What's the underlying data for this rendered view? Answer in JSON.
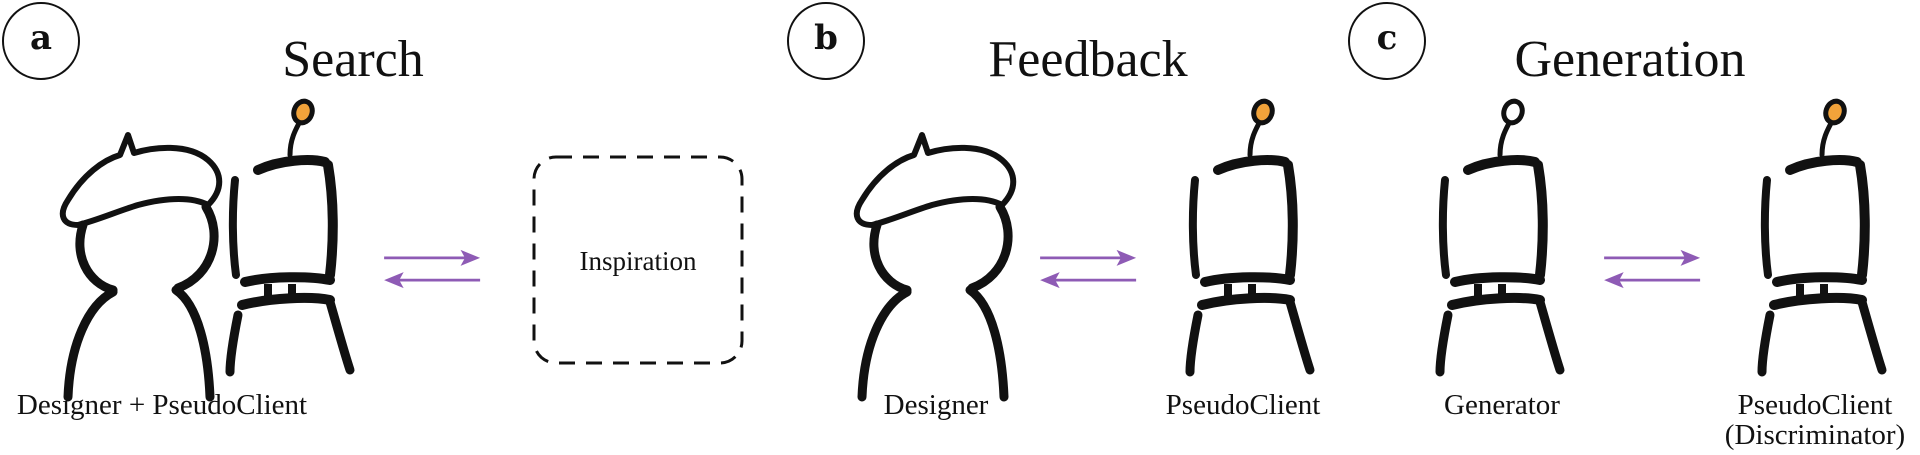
{
  "colors": {
    "ink": "#111111",
    "arrow": "#8e5bb5",
    "antenna_light": "#f2a33a"
  },
  "panels": [
    {
      "id": "a",
      "badge": "a",
      "title": "Search",
      "left_figure": "designer-with-pseudoclient",
      "right_figure": "inspiration-box",
      "box_text": "Inspiration",
      "labels": [
        "Designer + PseudoClient"
      ]
    },
    {
      "id": "b",
      "badge": "b",
      "title": "Feedback",
      "left_figure": "designer",
      "right_figure": "pseudoclient-robot",
      "labels": [
        "Designer",
        "PseudoClient"
      ]
    },
    {
      "id": "c",
      "badge": "c",
      "title": "Generation",
      "left_figure": "generator-robot",
      "right_figure": "pseudoclient-robot",
      "labels": [
        "Generator",
        "PseudoClient",
        "(Discriminator)"
      ]
    }
  ],
  "icons": {
    "designer": "beret-person-icon",
    "robot": "easel-robot-icon",
    "arrows": "bidirectional-arrows-icon"
  }
}
